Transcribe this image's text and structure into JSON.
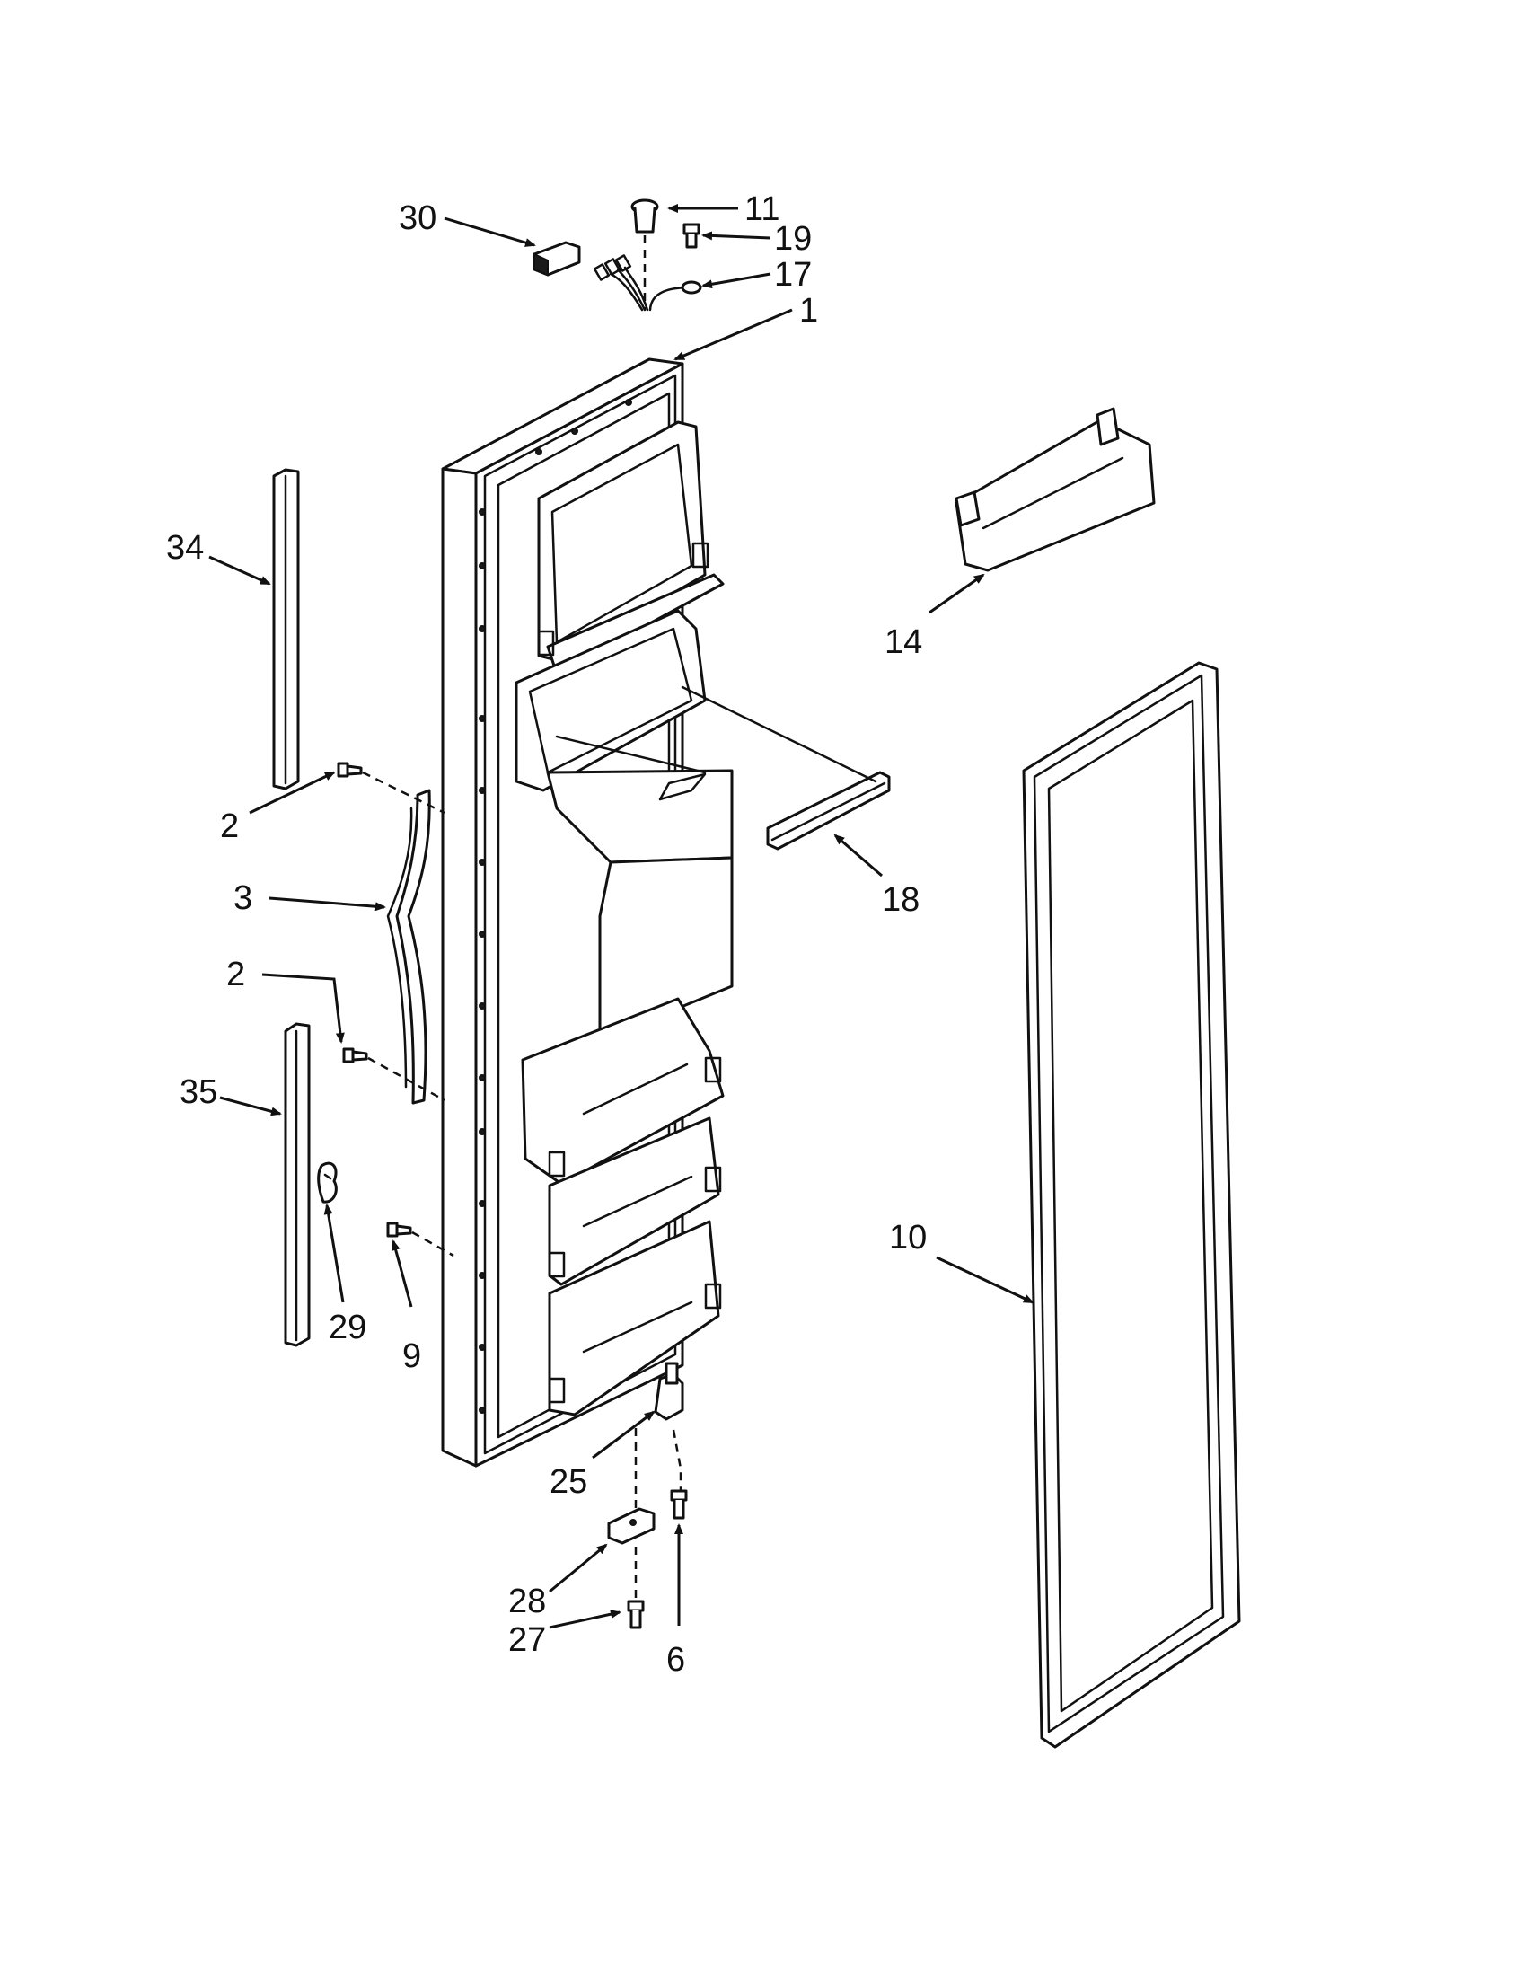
{
  "callouts": {
    "c1": "1",
    "c2a": "2",
    "c2b": "2",
    "c3": "3",
    "c6": "6",
    "c9": "9",
    "c10": "10",
    "c11": "11",
    "c14": "14",
    "c17": "17",
    "c18": "18",
    "c19": "19",
    "c25": "25",
    "c27": "27",
    "c28": "28",
    "c29": "29",
    "c30": "30",
    "c34": "34",
    "c35": "35"
  }
}
